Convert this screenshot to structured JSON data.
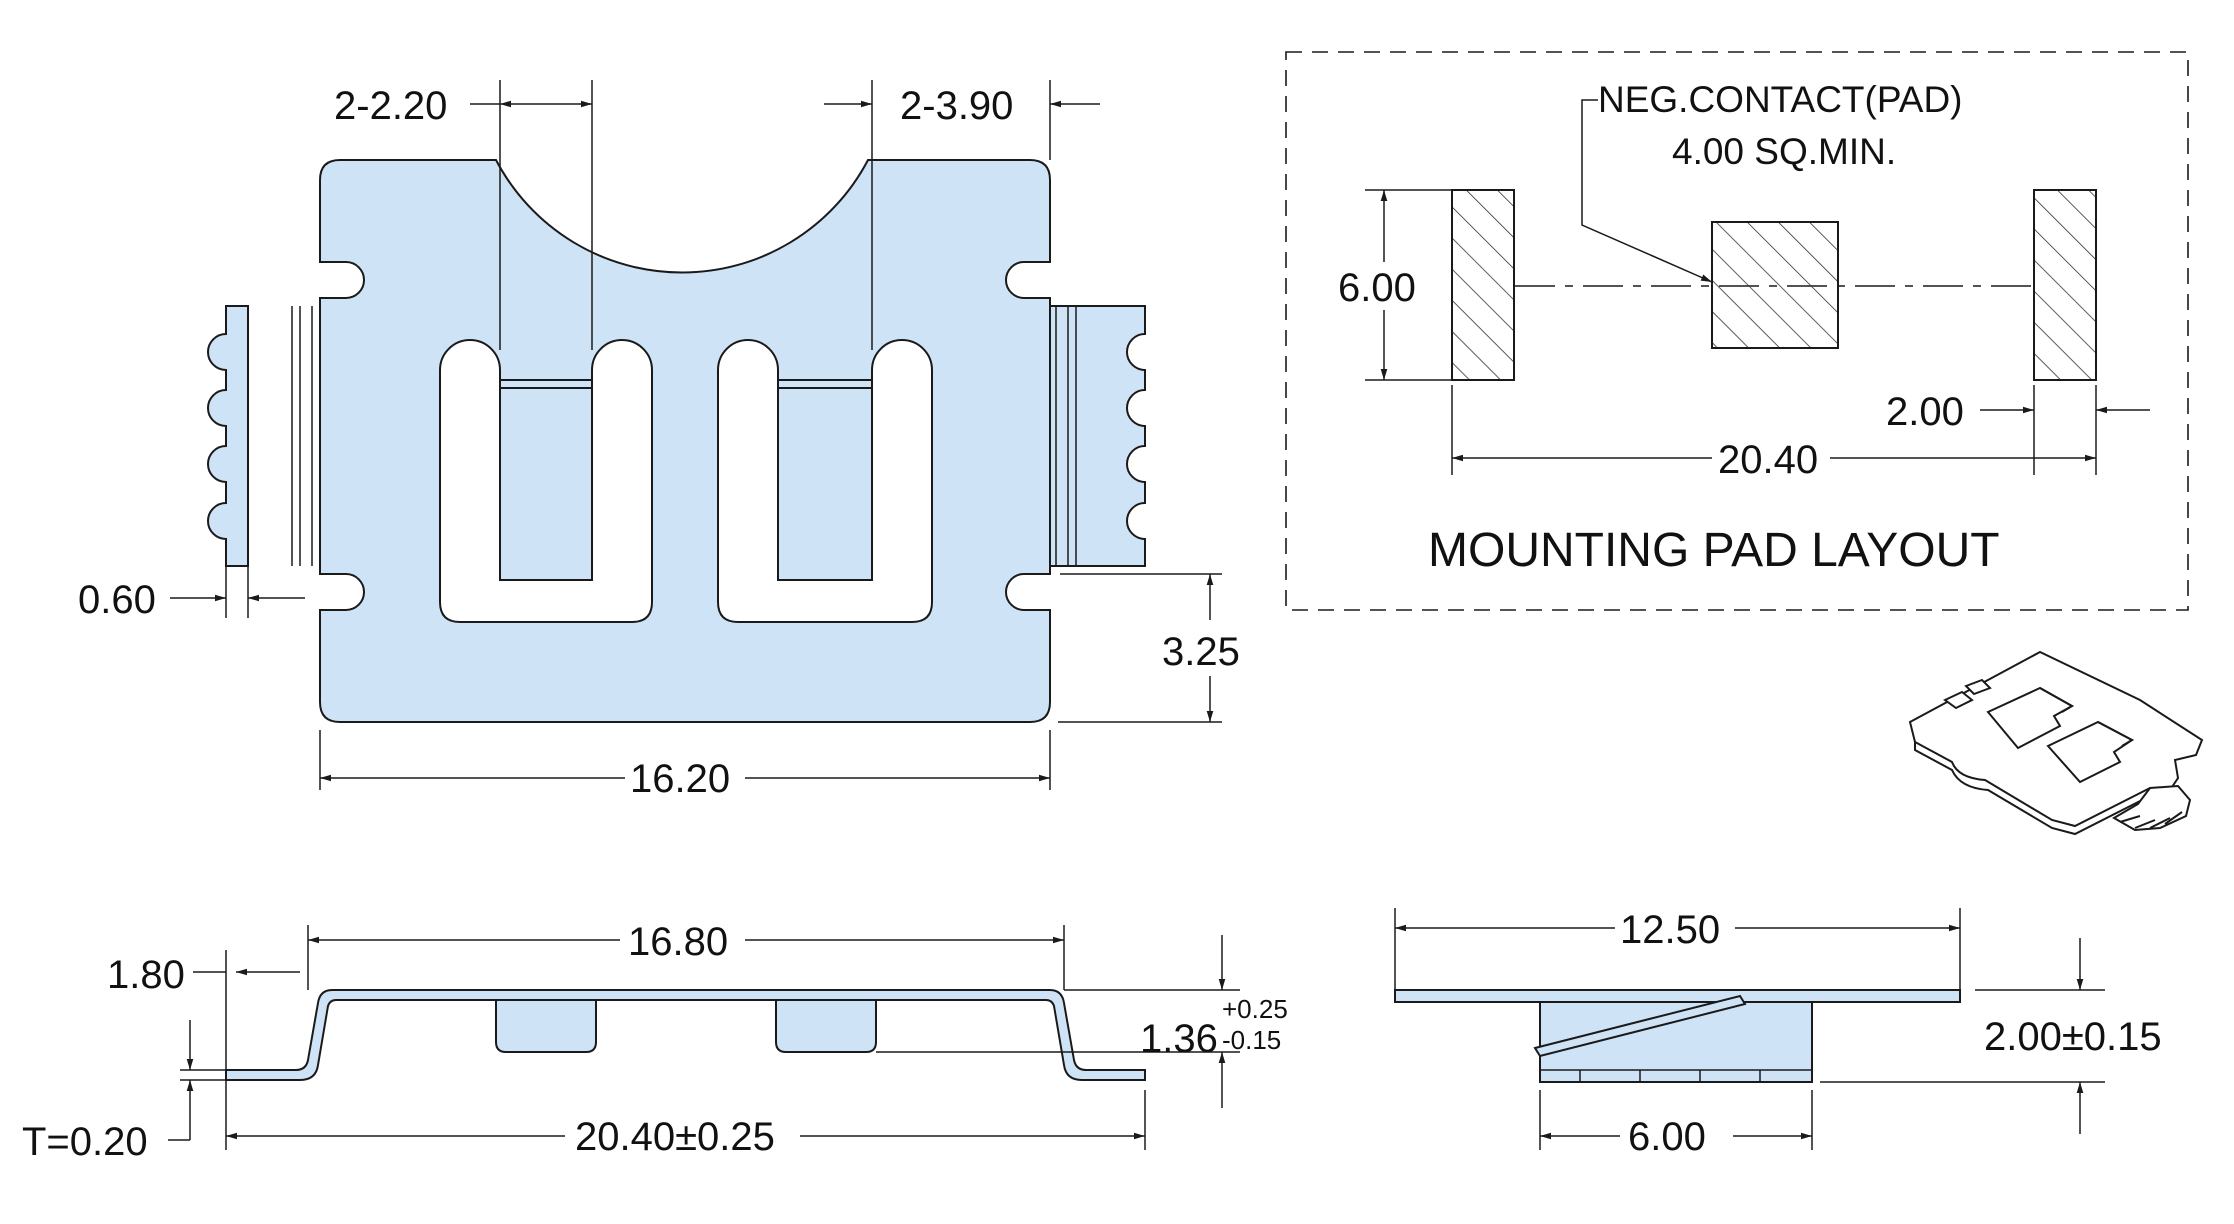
{
  "colors": {
    "part_fill": "#cfe3f7",
    "outline": "#1a1a1a",
    "background": "#ffffff",
    "hatch": "#333333"
  },
  "top_view": {
    "dim_slot_width": "2-2.20",
    "dim_rib_width": "2-3.90",
    "dim_edge": "0.60",
    "dim_notch_height": "3.25",
    "dim_body_width": "16.20"
  },
  "side_view": {
    "dim_overall_top": "16.80",
    "dim_foot": "1.80",
    "dim_thickness": "T=0.20",
    "dim_overall": "20.40±0.25",
    "dim_height": "1.36",
    "tol_plus": "+0.25",
    "tol_minus": "-0.15"
  },
  "end_view": {
    "dim_width": "12.50",
    "dim_height": "2.00±0.15",
    "dim_bottom": "6.00"
  },
  "pad_layout": {
    "title": "MOUNTING PAD LAYOUT",
    "callout_line1": "NEG.CONTACT(PAD)",
    "callout_line2": "4.00 SQ.MIN.",
    "dim_height": "6.00",
    "dim_pad_width": "2.00",
    "dim_span": "20.40"
  }
}
